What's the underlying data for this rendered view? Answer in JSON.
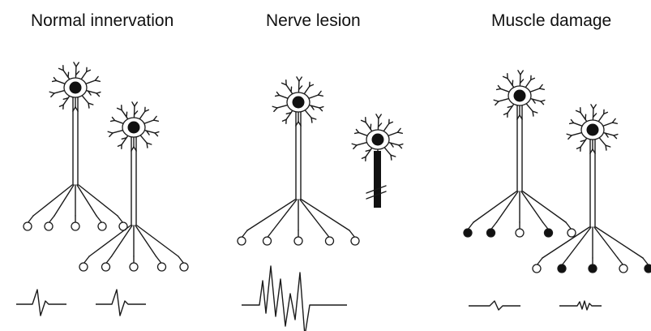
{
  "panels": [
    {
      "title": "Normal innervation"
    },
    {
      "title": "Nerve lesion"
    },
    {
      "title": "Muscle damage"
    }
  ],
  "colors": {
    "line": "#1a1a1a",
    "background": "#ffffff",
    "healthy_fibre": "#ffffff",
    "damaged_fibre": "#111111"
  }
}
